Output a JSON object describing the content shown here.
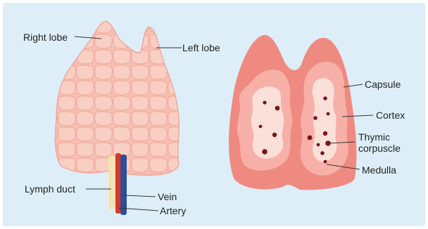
{
  "colors": {
    "background": "#ddeef8",
    "gland_fill": "#f7bfb3",
    "gland_lobule": "#f9cfc4",
    "section_capsule": "#ef8a80",
    "section_cortex": "#f7b0a8",
    "section_medulla": "#fbe0da",
    "corpuscle": "#7a1418",
    "artery": "#d6382b",
    "vein": "#2e4f96",
    "lymph_duct": "#f6e2b0",
    "leader_line": "#333333"
  },
  "labels": {
    "right_lobe": "Right lobe",
    "left_lobe": "Left lobe",
    "lymph_duct": "Lymph duct",
    "vein": "Vein",
    "artery": "Artery",
    "capsule": "Capsule",
    "cortex": "Cortex",
    "thymic_corpuscle_line1": "Thymic",
    "thymic_corpuscle_line2": "corpuscle",
    "medulla": "Medulla"
  }
}
